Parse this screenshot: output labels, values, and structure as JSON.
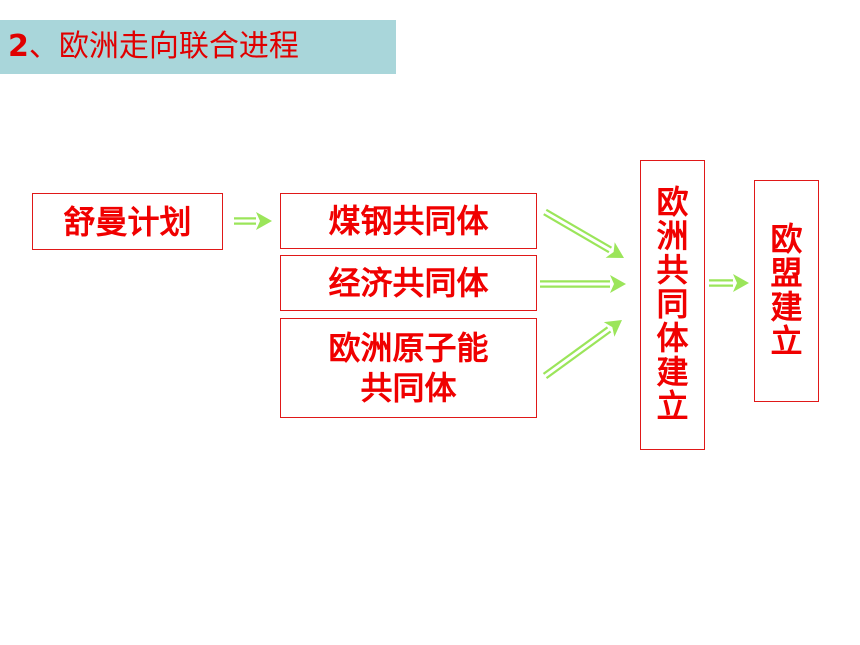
{
  "title": {
    "number": "2",
    "text": "、欧洲走向联合进程"
  },
  "nodes": {
    "schuman_plan": "舒曼计划",
    "coal_steel": "煤钢共同体",
    "economic": "经济共同体",
    "atomic_line1": "欧洲原子能",
    "atomic_line2": "共同体",
    "ec": [
      "欧",
      "洲",
      "共",
      "同",
      "体",
      "建",
      "立"
    ],
    "eu": [
      "欧",
      "盟",
      "建",
      "立"
    ]
  },
  "colors": {
    "title_bg": "#a9d6da",
    "text_red": "#e00000",
    "box_border": "#e01818",
    "arrow_green": "#9be55a"
  },
  "arrow_style": "double-line"
}
